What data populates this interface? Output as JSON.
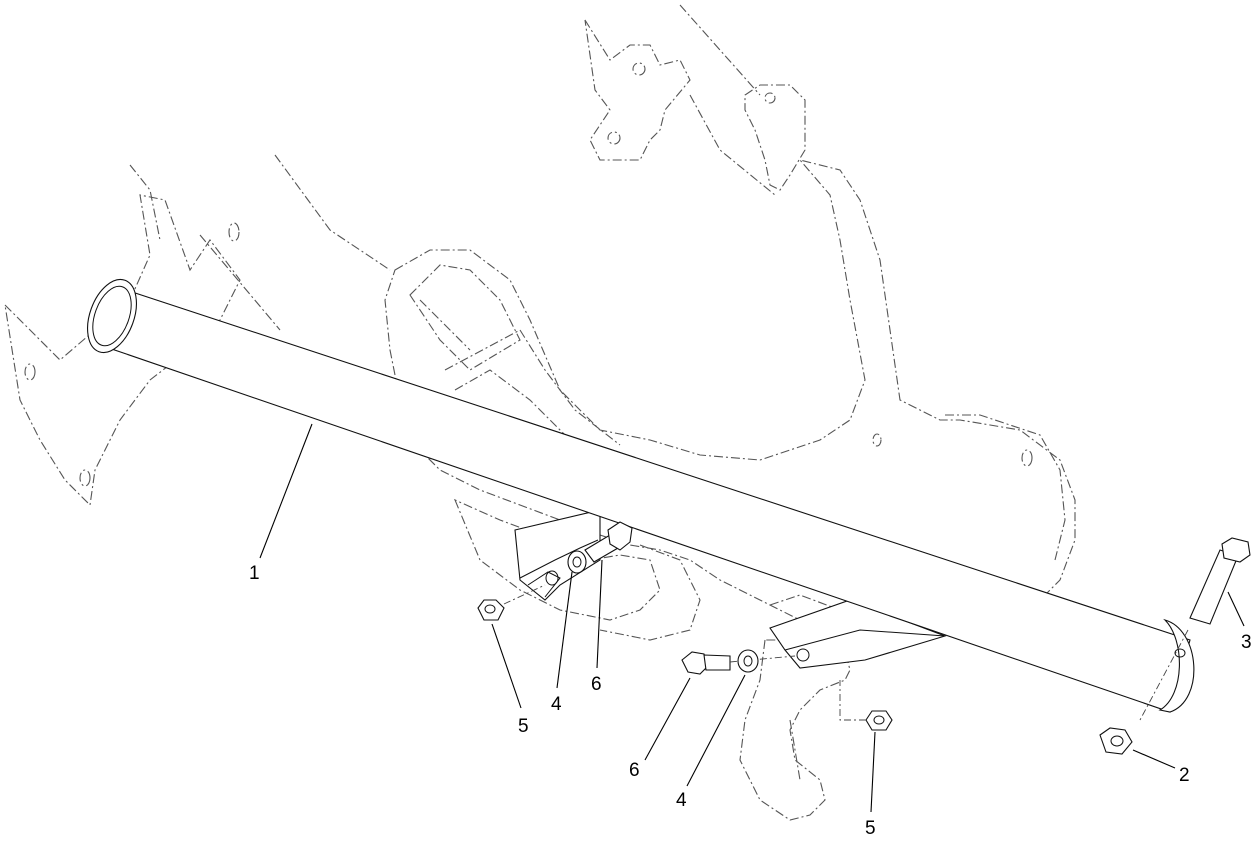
{
  "diagram": {
    "callouts": [
      {
        "id": "c1",
        "text": "1"
      },
      {
        "id": "c2",
        "text": "2"
      },
      {
        "id": "c3",
        "text": "3"
      },
      {
        "id": "c4a",
        "text": "4"
      },
      {
        "id": "c4b",
        "text": "4"
      },
      {
        "id": "c5a",
        "text": "5"
      },
      {
        "id": "c5b",
        "text": "5"
      },
      {
        "id": "c6a",
        "text": "6"
      },
      {
        "id": "c6b",
        "text": "6"
      }
    ]
  }
}
